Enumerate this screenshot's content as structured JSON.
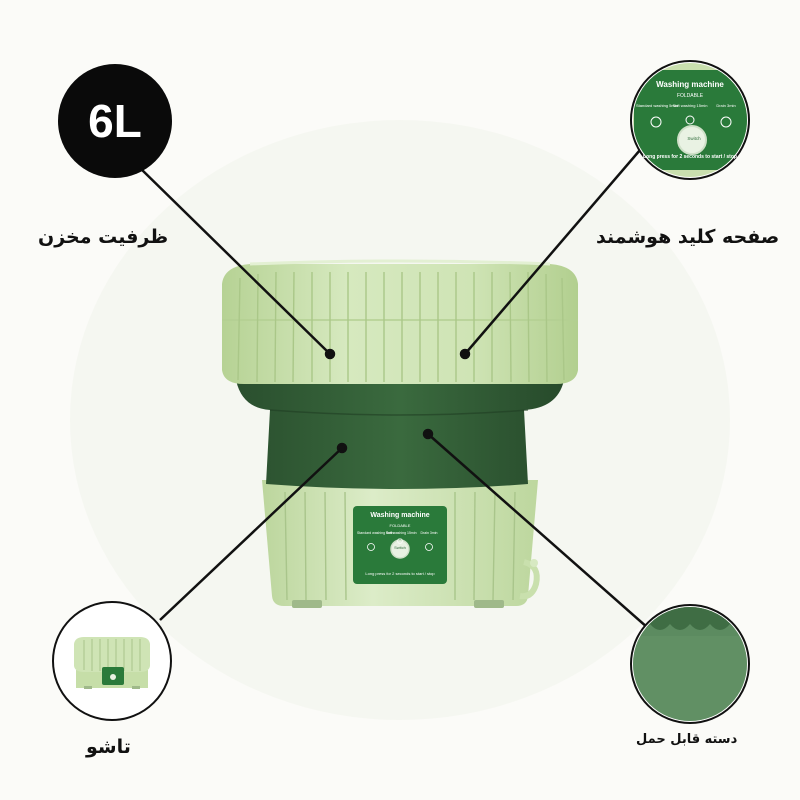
{
  "capacity": {
    "badge": "6L",
    "caption": "ظرفیت مخزن"
  },
  "smart_panel": {
    "caption": "صفحه کلید هوشمند"
  },
  "tub": {
    "caption": "تاشو"
  },
  "handle": {
    "caption": "دسته قابل حمل"
  },
  "control_panel": {
    "title": "Washing machine",
    "subtitle": "FOLDABLE",
    "modes": [
      "Standard washing 5min",
      "Soft washing 15min",
      "Drain 3min"
    ],
    "switch_label": "Switch",
    "footer": "Long press for 2 seconds to start / stop"
  },
  "colors": {
    "light_green": "#c6dea8",
    "dark_green": "#2f5a34",
    "panel_green": "#2a7a3a",
    "badge_black": "#0a0a0a"
  }
}
